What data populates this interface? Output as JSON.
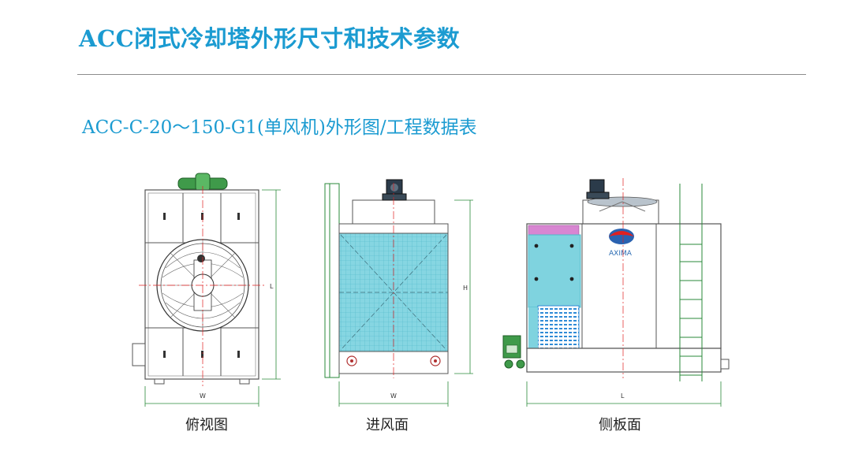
{
  "header": {
    "title": "ACC闭式冷却塔外形尺寸和技术参数",
    "subtitle": "ACC-C-20～150-G1(单风机)外形图/工程数据表"
  },
  "views": [
    {
      "caption": "俯视图",
      "dims": [
        "L",
        "W"
      ]
    },
    {
      "caption": "进风面",
      "dims": [
        "H",
        "W"
      ]
    },
    {
      "caption": "侧板面",
      "dims": [
        "L"
      ],
      "logo": "AXIMA"
    }
  ],
  "colors": {
    "accent": "#1b9bd1",
    "fill": "#7fd3df",
    "outline": "#555555",
    "centerline": "#e02020",
    "dimension": "#2a8a3a",
    "pipe": "#3f9a4a"
  }
}
